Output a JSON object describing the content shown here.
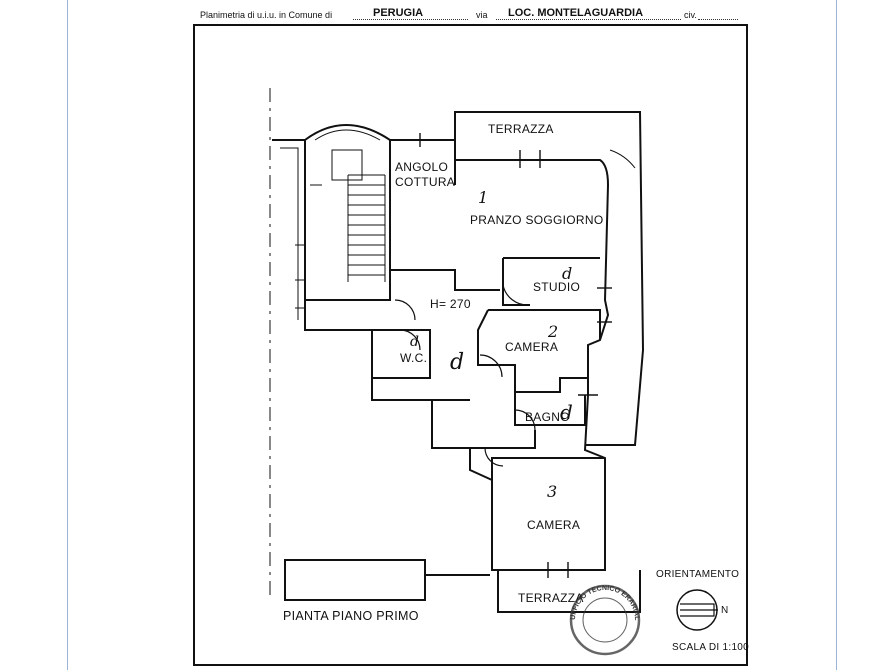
{
  "header": {
    "prefix": "Planimetria di u.i.u. in Comune di",
    "comune": "PERUGIA",
    "via_label": "via",
    "via": "LOC. MONTELAGUARDIA",
    "civ_label": "civ."
  },
  "rooms": {
    "terrazza_top": "TERRAZZA",
    "angolo": "ANGOLO",
    "cottura": "COTTURA",
    "pranzo": "PRANZO SOGGIORNO",
    "studio": "STUDIO",
    "height": "H= 270",
    "camera2": "CAMERA",
    "wc": "W.C.",
    "bagno": "BAGNO",
    "camera3": "CAMERA",
    "terrazza_bottom": "TERRAZZA"
  },
  "hand_numbers": {
    "n1": "1",
    "n2": "2",
    "n3": "3",
    "d1": "d",
    "d2": "d",
    "d3": "d",
    "d4": "d"
  },
  "footer": {
    "floor": "PIANTA PIANO PRIMO",
    "orientation": "ORIENTAMENTO",
    "north": "N",
    "scale": "SCALA DI 1:100"
  },
  "stamp": {
    "text": "UFFICIO TECNICO ERARIALE PERUGIA"
  }
}
